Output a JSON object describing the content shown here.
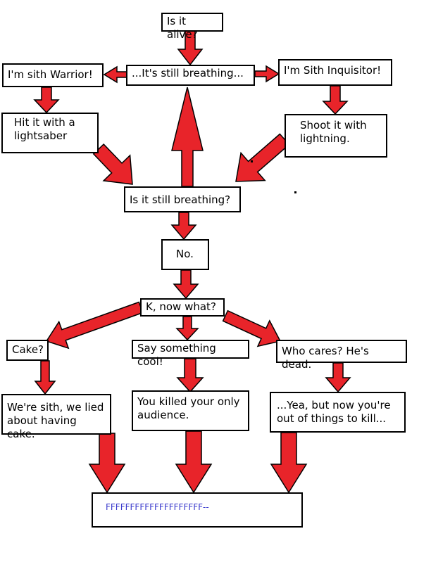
{
  "colors": {
    "arrow_fill": "#e8242a",
    "arrow_stroke": "#000000",
    "box_border": "#000000",
    "final_text": "#3a3acc"
  },
  "nodes": {
    "alive": "Is it alive?",
    "breathing1": "...It's still breathing...",
    "warrior": "I'm sith Warrior!",
    "inquisitor": "I'm Sith Inquisitor!",
    "lightsaber": "Hit it with a\nlightsaber",
    "lightning": "Shoot it with\nlightning.",
    "still_breathing": "Is it still breathing?",
    "no": "No.",
    "now_what": "K, now what?",
    "cake": "Cake?",
    "cool": "Say something cool!",
    "who_cares": "Who cares? He's dead.",
    "lied": "We're sith, we lied\nabout having cake.",
    "audience": "You killed your only\naudience.",
    "yea": "...Yea, but now you're\nout of things to kill...",
    "final": "FFFFFFFFFFFFFFFFFFFF--"
  }
}
